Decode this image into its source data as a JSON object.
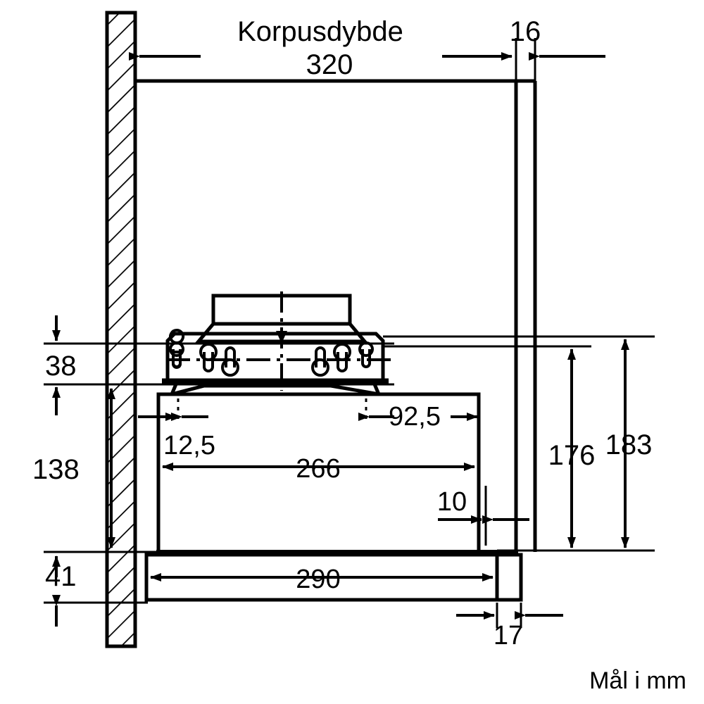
{
  "drawing": {
    "title": "Korpusdybde",
    "unit_note": "Mål i mm",
    "line_color": "#000000",
    "background_color": "#ffffff"
  },
  "dimensions": {
    "cabinet_depth_label": "Korpusdybde",
    "cabinet_depth_value": "320",
    "panel_thickness_top": "16",
    "top_offset": "38",
    "body_height": "138",
    "bottom_offset": "41",
    "inset_left": "12,5",
    "inset_right": "92,5",
    "body_width": "266",
    "rear_gap": "10",
    "drawer_width": "290",
    "front_thickness": "17",
    "height_inner": "176",
    "height_outer": "183"
  },
  "icons": {
    "arrow": "dimension-arrow",
    "hatch": "wall-hatch-pattern",
    "centerline": "center-line"
  }
}
